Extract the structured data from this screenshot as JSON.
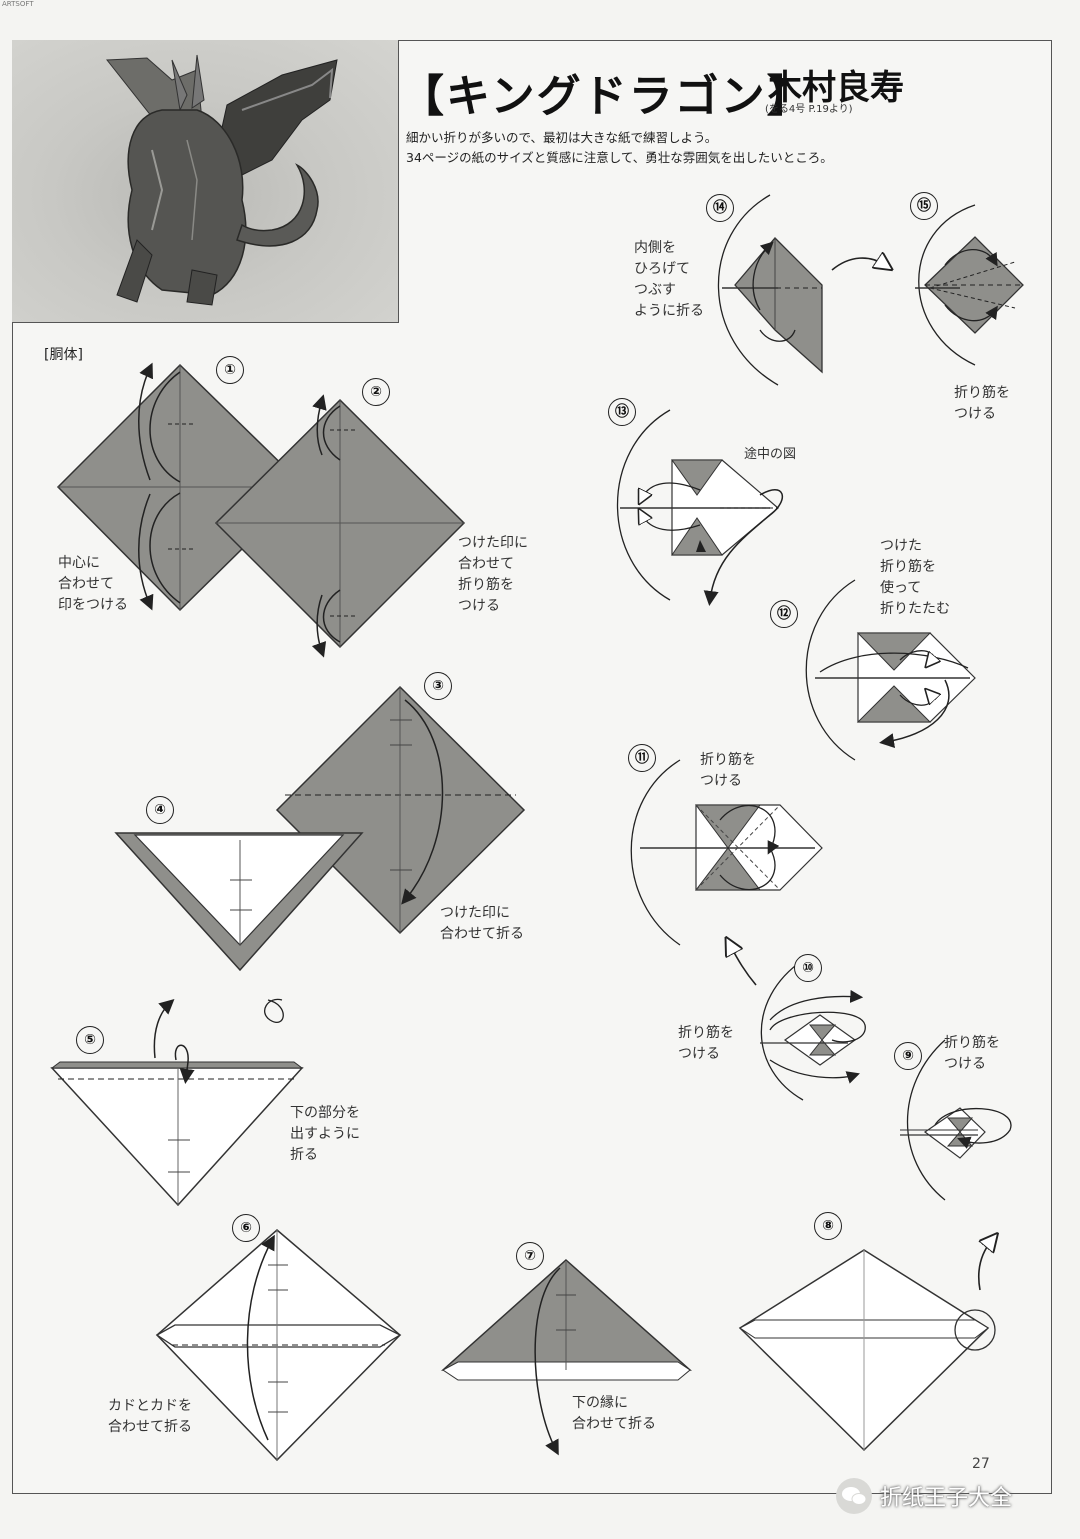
{
  "header": {
    "corner_mark": "ARTSOFT",
    "title": "【キングドラゴン】",
    "author": "木村良寿",
    "source": "(をる4号 P.19より)",
    "intro_lines": [
      "細かい折りが多いので、最初は大きな紙で練習しよう。",
      "34ページの紙のサイズと質感に注意して、勇壮な雰囲気を出したいところ。"
    ]
  },
  "section_label": "[胴体]",
  "steps": {
    "s1": "①",
    "s2": "②",
    "s3": "③",
    "s4": "④",
    "s5": "⑤",
    "s6": "⑥",
    "s7": "⑦",
    "s8": "⑧",
    "s9": "⑨",
    "s10": "⑩",
    "s11": "⑪",
    "s12": "⑫",
    "s13": "⑬",
    "s14": "⑭",
    "s15": "⑮"
  },
  "notes": {
    "n1": "中心に\n合わせて\n印をつける",
    "n2": "つけた印に\n合わせて\n折り筋を\nつける",
    "n3": "つけた印に\n合わせて折る",
    "n5": "下の部分を\n出すように\n折る",
    "n6": "カドとカドを\n合わせて折る",
    "n7": "下の縁に\n合わせて折る",
    "n9": "折り筋を\nつける",
    "n10": "折り筋を\nつける",
    "n11": "折り筋を\nつける",
    "n12": "つけた\n折り筋を\n使って\n折りたたむ",
    "n13": "途中の図",
    "n14": "内側を\nひろげて\nつぶす\nように折る",
    "n15": "折り筋を\nつける"
  },
  "footer": {
    "page": "27",
    "watermark": "折纸王子大全"
  },
  "colors": {
    "paper_gray": "#8f8f8b",
    "paper_white": "#ffffff",
    "line": "#222222"
  }
}
